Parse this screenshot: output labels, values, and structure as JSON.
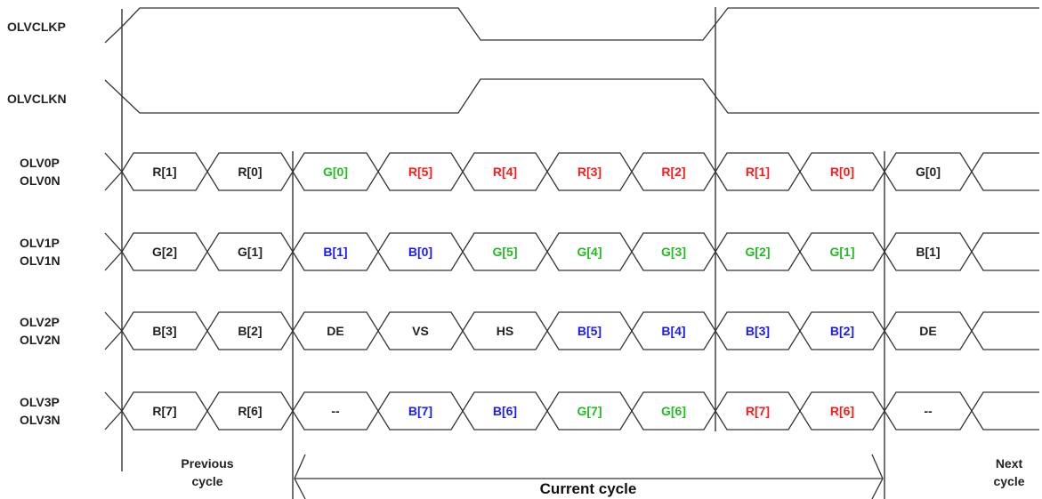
{
  "clock_labels": [
    "OLVCLKP",
    "OLVCLKN"
  ],
  "lanes": [
    {
      "labels": [
        "OLV0P",
        "OLV0N"
      ],
      "cells": [
        {
          "text": "R[1]",
          "color": "black"
        },
        {
          "text": "R[0]",
          "color": "black"
        },
        {
          "text": "G[0]",
          "color": "green"
        },
        {
          "text": "R[5]",
          "color": "red"
        },
        {
          "text": "R[4]",
          "color": "red"
        },
        {
          "text": "R[3]",
          "color": "red"
        },
        {
          "text": "R[2]",
          "color": "red"
        },
        {
          "text": "R[1]",
          "color": "red"
        },
        {
          "text": "R[0]",
          "color": "red"
        },
        {
          "text": "G[0]",
          "color": "black"
        }
      ]
    },
    {
      "labels": [
        "OLV1P",
        "OLV1N"
      ],
      "cells": [
        {
          "text": "G[2]",
          "color": "black"
        },
        {
          "text": "G[1]",
          "color": "black"
        },
        {
          "text": "B[1]",
          "color": "blue"
        },
        {
          "text": "B[0]",
          "color": "blue"
        },
        {
          "text": "G[5]",
          "color": "green"
        },
        {
          "text": "G[4]",
          "color": "green"
        },
        {
          "text": "G[3]",
          "color": "green"
        },
        {
          "text": "G[2]",
          "color": "green"
        },
        {
          "text": "G[1]",
          "color": "green"
        },
        {
          "text": "B[1]",
          "color": "black"
        }
      ]
    },
    {
      "labels": [
        "OLV2P",
        "OLV2N"
      ],
      "cells": [
        {
          "text": "B[3]",
          "color": "black"
        },
        {
          "text": "B[2]",
          "color": "black"
        },
        {
          "text": "DE",
          "color": "black"
        },
        {
          "text": "VS",
          "color": "black"
        },
        {
          "text": "HS",
          "color": "black"
        },
        {
          "text": "B[5]",
          "color": "blue"
        },
        {
          "text": "B[4]",
          "color": "blue"
        },
        {
          "text": "B[3]",
          "color": "blue"
        },
        {
          "text": "B[2]",
          "color": "blue"
        },
        {
          "text": "DE",
          "color": "black"
        }
      ]
    },
    {
      "labels": [
        "OLV3P",
        "OLV3N"
      ],
      "cells": [
        {
          "text": "R[7]",
          "color": "black"
        },
        {
          "text": "R[6]",
          "color": "black"
        },
        {
          "text": "--",
          "color": "black"
        },
        {
          "text": "B[7]",
          "color": "blue"
        },
        {
          "text": "B[6]",
          "color": "blue"
        },
        {
          "text": "G[7]",
          "color": "green"
        },
        {
          "text": "G[6]",
          "color": "green"
        },
        {
          "text": "R[7]",
          "color": "red"
        },
        {
          "text": "R[6]",
          "color": "red"
        },
        {
          "text": "--",
          "color": "black"
        }
      ]
    }
  ],
  "captions": {
    "previous": [
      "Previous",
      "cycle"
    ],
    "current": "Current cycle",
    "next": [
      "Next",
      "cycle"
    ]
  },
  "colors": {
    "black": "#222222",
    "red": "#ff1a1a",
    "green": "#22bb22",
    "blue": "#1a1aff",
    "line": "#333333"
  }
}
